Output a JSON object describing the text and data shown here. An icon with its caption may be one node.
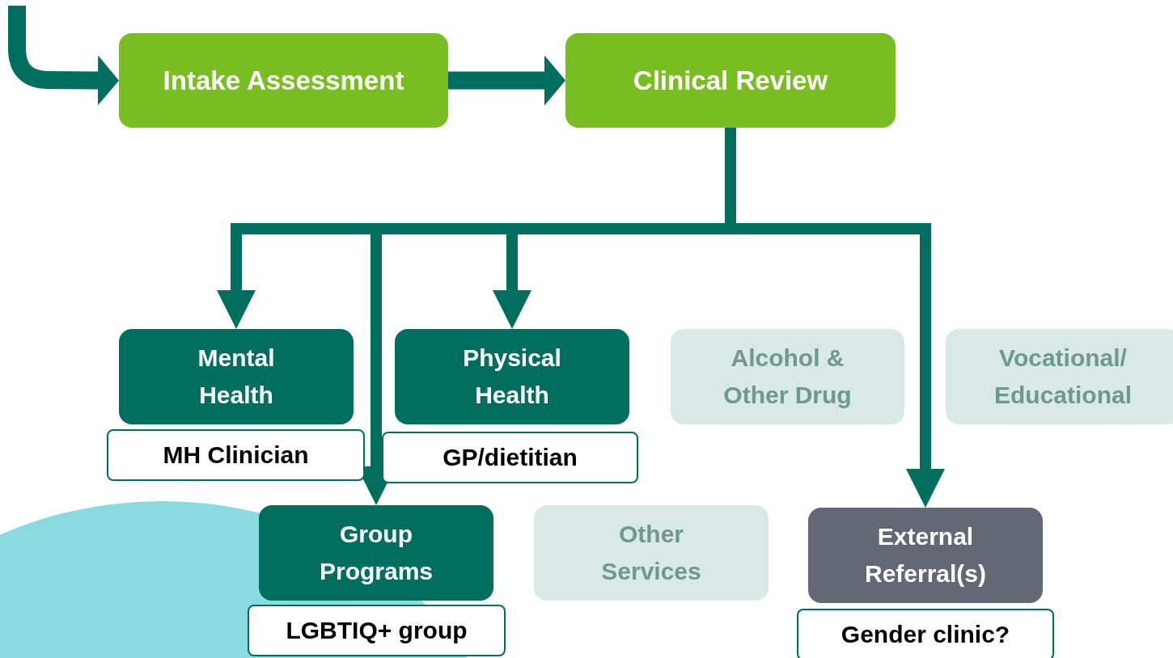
{
  "diagram": {
    "nodes": [
      {
        "text": [
          "Intake Assessment"
        ]
      },
      {
        "text": [
          "Clinical Review"
        ]
      },
      {
        "text": [
          "Mental Health"
        ]
      },
      {
        "text": [
          "MH Clinician"
        ]
      },
      {
        "text": [
          "Physical Health"
        ]
      },
      {
        "text": [
          "GP/dietitian"
        ]
      },
      {
        "text": [
          "Alcohol & Other Drug"
        ]
      },
      {
        "text": [
          "Vocational/ Educational"
        ]
      },
      {
        "text": [
          "Group Programs"
        ]
      },
      {
        "text": [
          "LGBTIQ+ group"
        ]
      },
      {
        "text": [
          "Other Services"
        ]
      },
      {
        "text": [
          "External Referral(s)"
        ]
      },
      {
        "text": [
          "Gender clinic?"
        ]
      }
    ],
    "edges": [
      {
        "from": null,
        "to": 0,
        "arrow": "to"
      },
      {
        "from": 0,
        "to": 1,
        "arrow": "to"
      },
      {
        "from": 1,
        "to": 2,
        "arrow": "to"
      },
      {
        "from": 1,
        "to": 8,
        "arrow": "to"
      },
      {
        "from": 1,
        "to": 4,
        "arrow": "to"
      },
      {
        "from": 1,
        "to": 11,
        "arrow": "to"
      }
    ]
  }
}
